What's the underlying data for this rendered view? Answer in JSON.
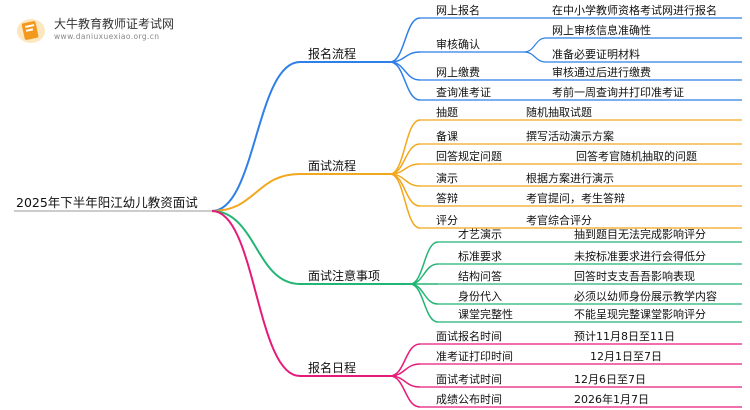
{
  "brand": {
    "name": "大牛教育教师证考试网",
    "url": "www.daniuxuexiao.org.cn",
    "icon": "book-icon"
  },
  "mindmap": {
    "root": "2025年下半年阳江幼儿教资面试",
    "branches": [
      {
        "label": "报名流程",
        "color": "#2f7fe8",
        "children": [
          {
            "label": "网上报名",
            "details": [
              "在中小学教师资格考试网进行报名"
            ]
          },
          {
            "label": "审核确认",
            "details": [
              "网上审核信息准确性",
              "准备必要证明材料"
            ]
          },
          {
            "label": "网上缴费",
            "details": [
              "审核通过后进行缴费"
            ]
          },
          {
            "label": "查询准考证",
            "details": [
              "考前一周查询并打印准考证"
            ]
          }
        ]
      },
      {
        "label": "面试流程",
        "color": "#f2a81d",
        "children": [
          {
            "label": "抽题",
            "details": [
              "随机抽取试题"
            ]
          },
          {
            "label": "备课",
            "details": [
              "撰写活动演示方案"
            ]
          },
          {
            "label": "回答规定问题",
            "details": [
              "回答考官随机抽取的问题"
            ]
          },
          {
            "label": "演示",
            "details": [
              "根据方案进行演示"
            ]
          },
          {
            "label": "答辩",
            "details": [
              "考官提问，考生答辩"
            ]
          },
          {
            "label": "评分",
            "details": [
              "考官综合评分"
            ]
          }
        ]
      },
      {
        "label": "面试注意事项",
        "color": "#22b573",
        "children": [
          {
            "label": "才艺演示",
            "details": [
              "抽到题目无法完成影响评分"
            ]
          },
          {
            "label": "标准要求",
            "details": [
              "未按标准要求进行会得低分"
            ]
          },
          {
            "label": "结构问答",
            "details": [
              "回答时支支吾吾影响表现"
            ]
          },
          {
            "label": "身份代入",
            "details": [
              "必须以幼师身份展示教学内容"
            ]
          },
          {
            "label": "课堂完整性",
            "details": [
              "不能呈现完整课堂影响评分"
            ]
          }
        ]
      },
      {
        "label": "报名日程",
        "color": "#e51b7a",
        "children": [
          {
            "label": "面试报名时间",
            "details": [
              "预计11月8日至11日"
            ]
          },
          {
            "label": "准考证打印时间",
            "details": [
              "12月1日至7日"
            ]
          },
          {
            "label": "面试考试时间",
            "details": [
              "12月6日至7日"
            ]
          },
          {
            "label": "成绩公布时间",
            "details": [
              "2026年1月7日"
            ]
          }
        ]
      }
    ]
  }
}
